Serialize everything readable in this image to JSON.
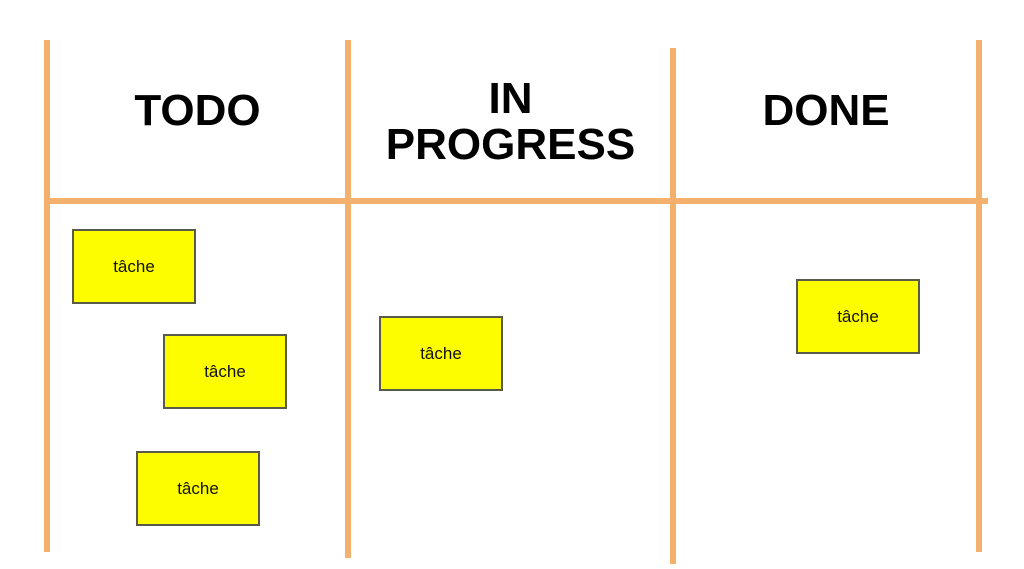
{
  "board": {
    "columns": [
      {
        "title": "TODO",
        "cards": [
          "tâche",
          "tâche",
          "tâche"
        ]
      },
      {
        "title_line1": "IN",
        "title_line2": "PROGRESS",
        "cards": [
          "tâche"
        ]
      },
      {
        "title": "DONE",
        "cards": [
          "tâche"
        ]
      }
    ]
  },
  "colors": {
    "grid_line": "#f4b16e",
    "card_fill": "#fdfd00",
    "card_border": "#5a5a4a"
  }
}
